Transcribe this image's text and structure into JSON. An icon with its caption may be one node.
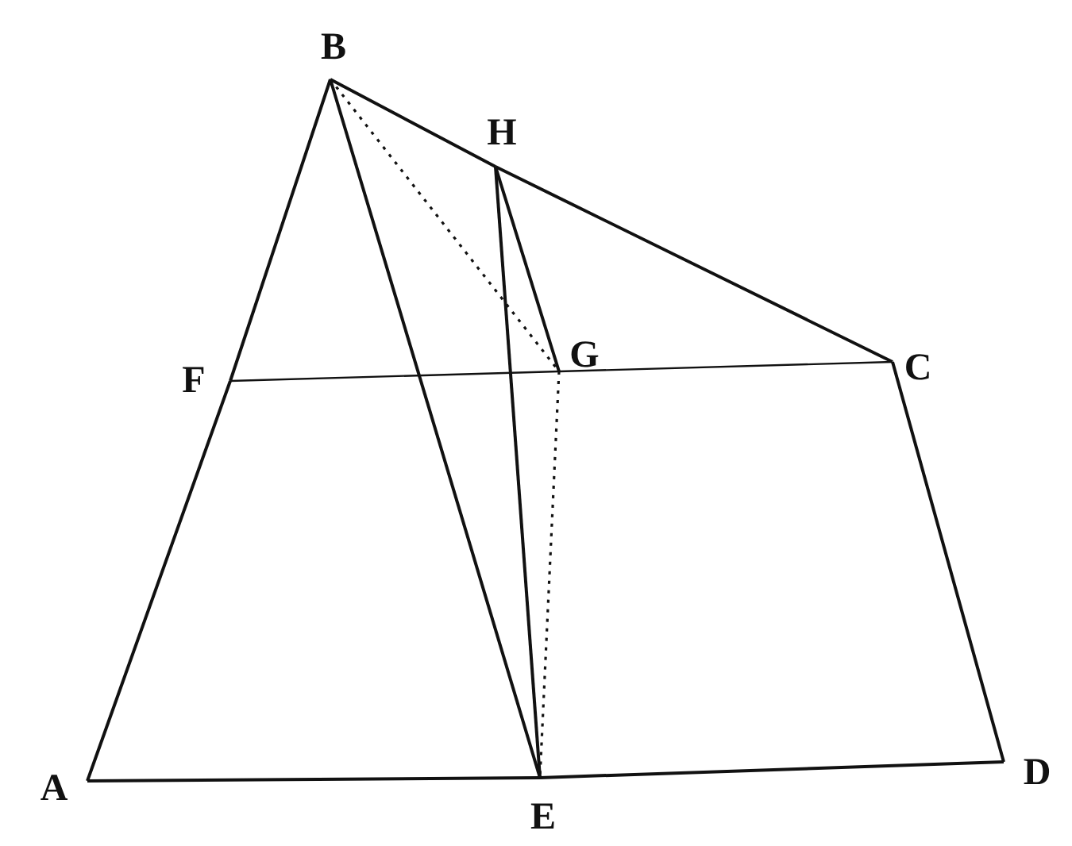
{
  "diagram": {
    "nodes": [
      {
        "text": [
          "A"
        ]
      },
      {
        "text": [
          "B"
        ]
      },
      {
        "text": [
          "C"
        ]
      },
      {
        "text": [
          "D"
        ]
      },
      {
        "text": [
          "E"
        ]
      },
      {
        "text": [
          "F"
        ]
      },
      {
        "text": [
          "G"
        ]
      },
      {
        "text": [
          "H"
        ]
      }
    ],
    "edges": [
      {
        "from": 0,
        "to": 5,
        "arrow": "none"
      },
      {
        "from": 5,
        "to": 1,
        "arrow": "none"
      },
      {
        "from": 1,
        "to": 7,
        "arrow": "none"
      },
      {
        "from": 7,
        "to": 2,
        "arrow": "none"
      },
      {
        "from": 2,
        "to": 3,
        "arrow": "none"
      },
      {
        "from": 0,
        "to": 4,
        "arrow": "none"
      },
      {
        "from": 4,
        "to": 3,
        "arrow": "none"
      },
      {
        "from": 5,
        "to": 6,
        "arrow": "none"
      },
      {
        "from": 6,
        "to": 2,
        "arrow": "none"
      },
      {
        "from": 1,
        "to": 4,
        "arrow": "none"
      },
      {
        "from": 1,
        "to": 6,
        "arrow": "none",
        "style": "dashed"
      },
      {
        "from": 7,
        "to": 4,
        "arrow": "none"
      },
      {
        "from": 7,
        "to": 6,
        "arrow": "none"
      },
      {
        "from": 6,
        "to": 4,
        "arrow": "none",
        "style": "dashed"
      }
    ]
  }
}
